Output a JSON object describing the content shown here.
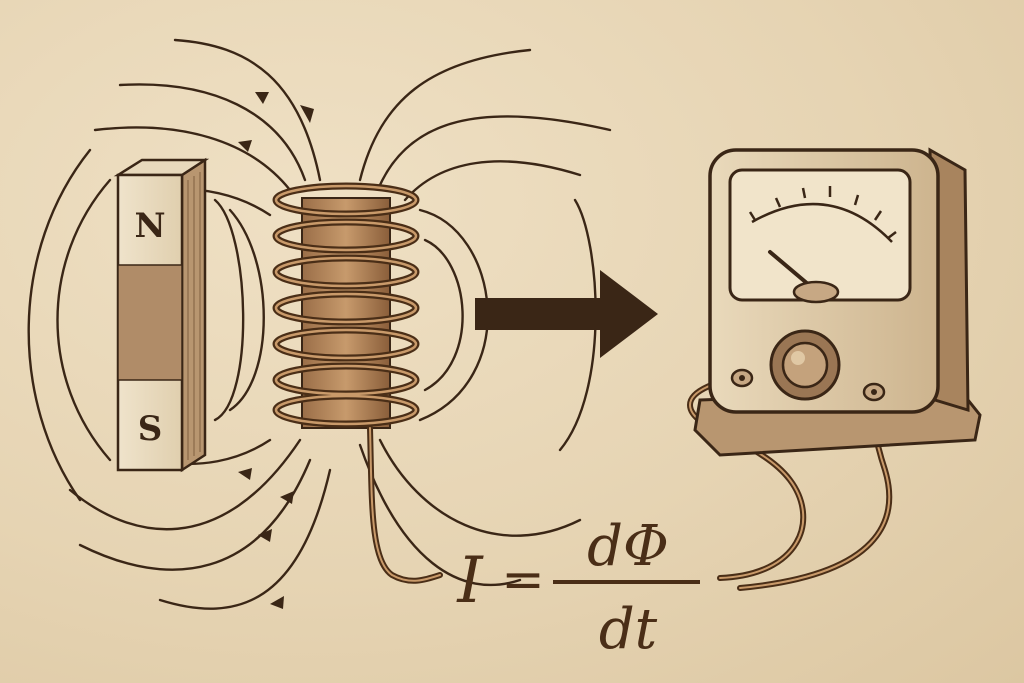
{
  "magnet": {
    "north_label": "N",
    "south_label": "S"
  },
  "formula": {
    "lhs": "I",
    "equals": "=",
    "numerator": "dΦ",
    "denominator": "dt"
  },
  "colors": {
    "ink": "#3a2616",
    "copper": "#8a5a36",
    "paper": "#e8d7b8"
  }
}
